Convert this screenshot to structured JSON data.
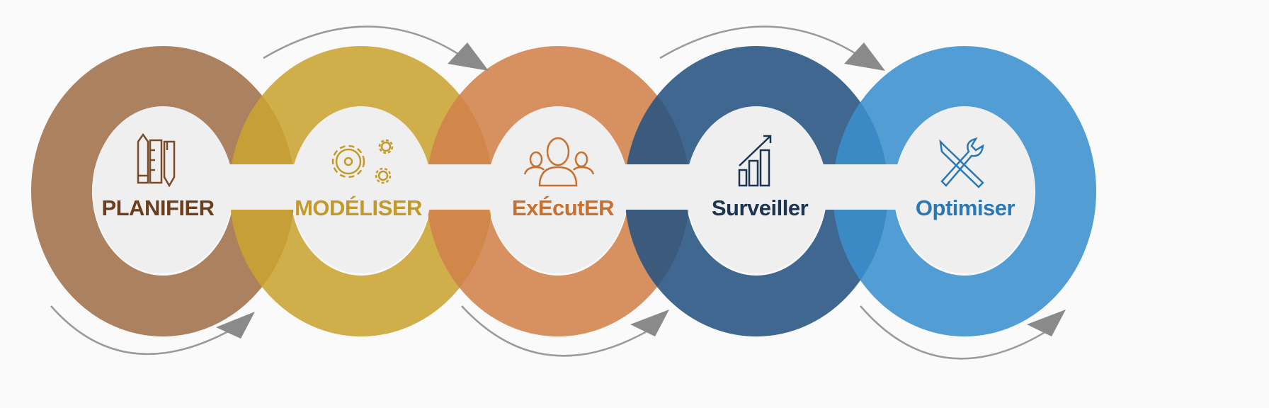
{
  "steps": [
    {
      "label": "PLANIFIER",
      "icon": "pencil-ruler-icon",
      "ring_color": "#a0704a",
      "text_color": "#6b3f1e"
    },
    {
      "label": "MODÉLISER",
      "icon": "gears-icon",
      "ring_color": "#c9a331",
      "text_color": "#c49a26"
    },
    {
      "label": "ExÉcutER",
      "icon": "team-icon",
      "ring_color": "#d2824a",
      "text_color": "#c8702e"
    },
    {
      "label": "Surveiller",
      "icon": "growth-chart-icon",
      "ring_color": "#25527f",
      "text_color": "#1c3450"
    },
    {
      "label": "Optimiser",
      "icon": "tools-icon",
      "ring_color": "#3a8fcd",
      "text_color": "#2a78b5"
    }
  ],
  "arrow_color": "#888888",
  "center_color": "#efefef"
}
